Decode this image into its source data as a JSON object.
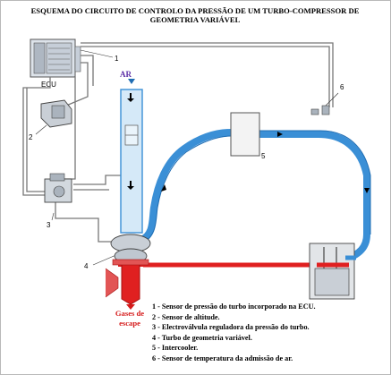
{
  "title": {
    "line1": "ESQUEMA DO CIRCUITO DE CONTROLO DA PRESSÃO DE UM TURBO-COMPRESSOR DE",
    "line2": "GEOMETRIA VARIÁVEL"
  },
  "labels": {
    "ecu": "ECU",
    "air": "AR",
    "exhaust_line1": "Gases de",
    "exhaust_line2": "escape",
    "callout_1": "1",
    "callout_2": "2",
    "callout_3": "3",
    "callout_4": "4",
    "callout_5": "5",
    "callout_6": "6"
  },
  "legend": [
    "1 - Sensor de pressão do turbo incorporado na ECU.",
    "2 - Sensor de altitude.",
    "3 - Electroválvula reguladora da pressão do turbo.",
    "4 - Turbo de geometria variável.",
    "5 - Intercooler.",
    "6 - Sensor de temperatura da admissão de ar."
  ],
  "colors": {
    "intake_blue": "#3a8fd6",
    "intake_light": "#cfe6f7",
    "exhaust_red": "#e02020",
    "line_gray": "#777777",
    "air_label": "#5b2ea6"
  }
}
